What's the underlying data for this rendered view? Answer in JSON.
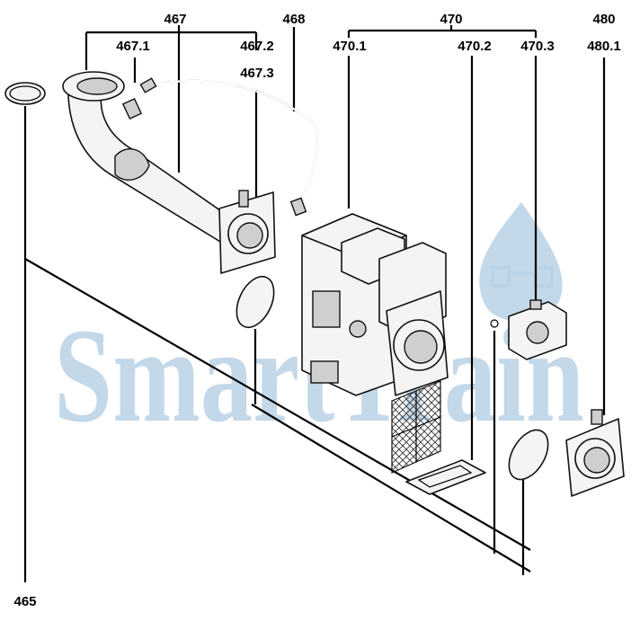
{
  "labels": {
    "l467": "467",
    "l467_1": "467.1",
    "l467_2": "467.2",
    "l467_3": "467.3",
    "l468": "468",
    "l470": "470",
    "l470_1": "470.1",
    "l470_2": "470.2",
    "l470_3": "470.3",
    "l480": "480",
    "l480_1": "480.1",
    "l465": "465"
  },
  "watermark": {
    "text": "SmartTrain",
    "color": "#b9d2e6"
  }
}
